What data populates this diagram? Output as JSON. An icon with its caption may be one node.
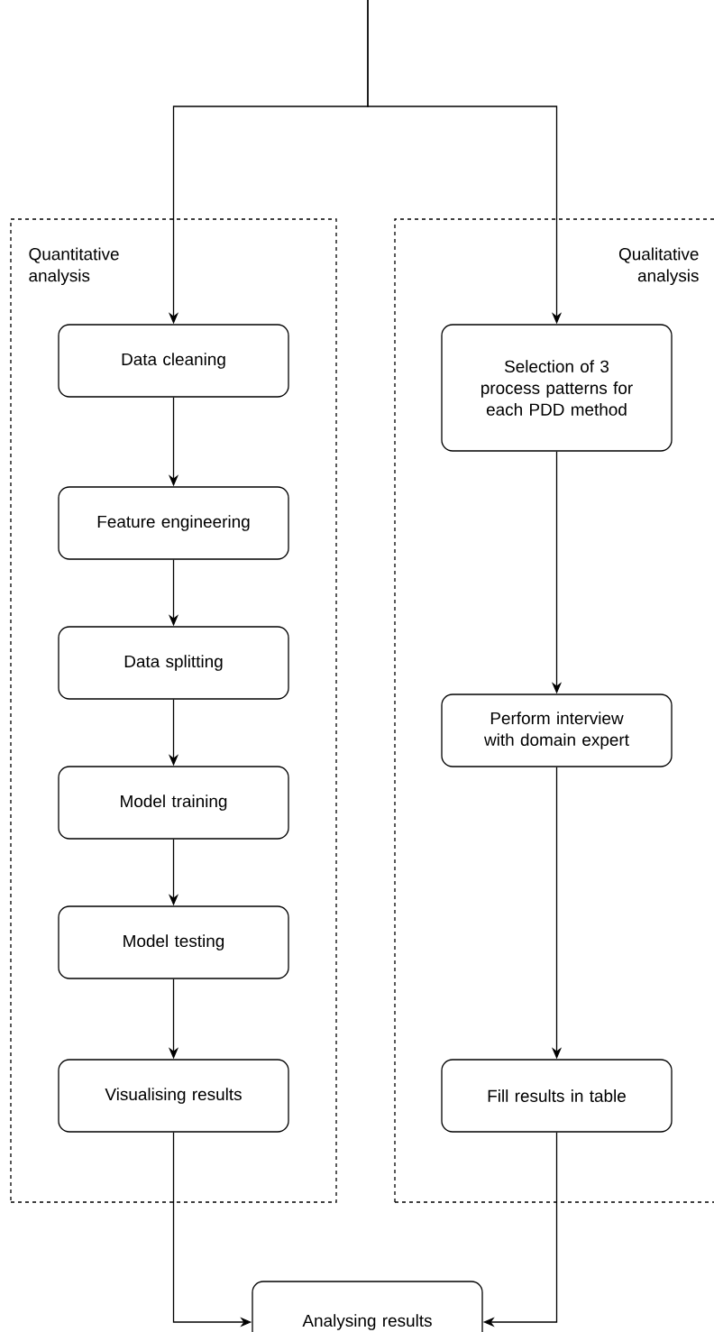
{
  "diagram": {
    "nodes": [
      {
        "text": [
          "Quantitative analysis"
        ]
      },
      {
        "text": [
          "Qualitative analysis"
        ]
      },
      {
        "text": [
          "Data cleaning"
        ],
        "in": 0
      },
      {
        "text": [
          "Feature engineering"
        ],
        "in": 0
      },
      {
        "text": [
          "Data splitting"
        ],
        "in": 0
      },
      {
        "text": [
          "Model training"
        ],
        "in": 0
      },
      {
        "text": [
          "Model testing"
        ],
        "in": 0
      },
      {
        "text": [
          "Visualising results"
        ],
        "in": 0
      },
      {
        "text": [
          "Selection of 3 process patterns for each PDD method"
        ],
        "in": 1
      },
      {
        "text": [
          "Perform interview with domain expert"
        ],
        "in": 1
      },
      {
        "text": [
          "Fill results in table"
        ],
        "in": 1
      },
      {
        "text": [
          "Analysing results"
        ]
      }
    ],
    "edges": [
      {
        "from": null,
        "to": 2,
        "arrow": "to"
      },
      {
        "from": null,
        "to": 8,
        "arrow": "to"
      },
      {
        "from": 2,
        "to": 3,
        "arrow": "to"
      },
      {
        "from": 3,
        "to": 4,
        "arrow": "to"
      },
      {
        "from": 4,
        "to": 5,
        "arrow": "to"
      },
      {
        "from": 5,
        "to": 6,
        "arrow": "to"
      },
      {
        "from": 6,
        "to": 7,
        "arrow": "to"
      },
      {
        "from": 8,
        "to": 9,
        "arrow": "to"
      },
      {
        "from": 9,
        "to": 10,
        "arrow": "to"
      },
      {
        "from": 7,
        "to": 11,
        "arrow": "to"
      },
      {
        "from": 10,
        "to": 11,
        "arrow": "to"
      }
    ]
  }
}
